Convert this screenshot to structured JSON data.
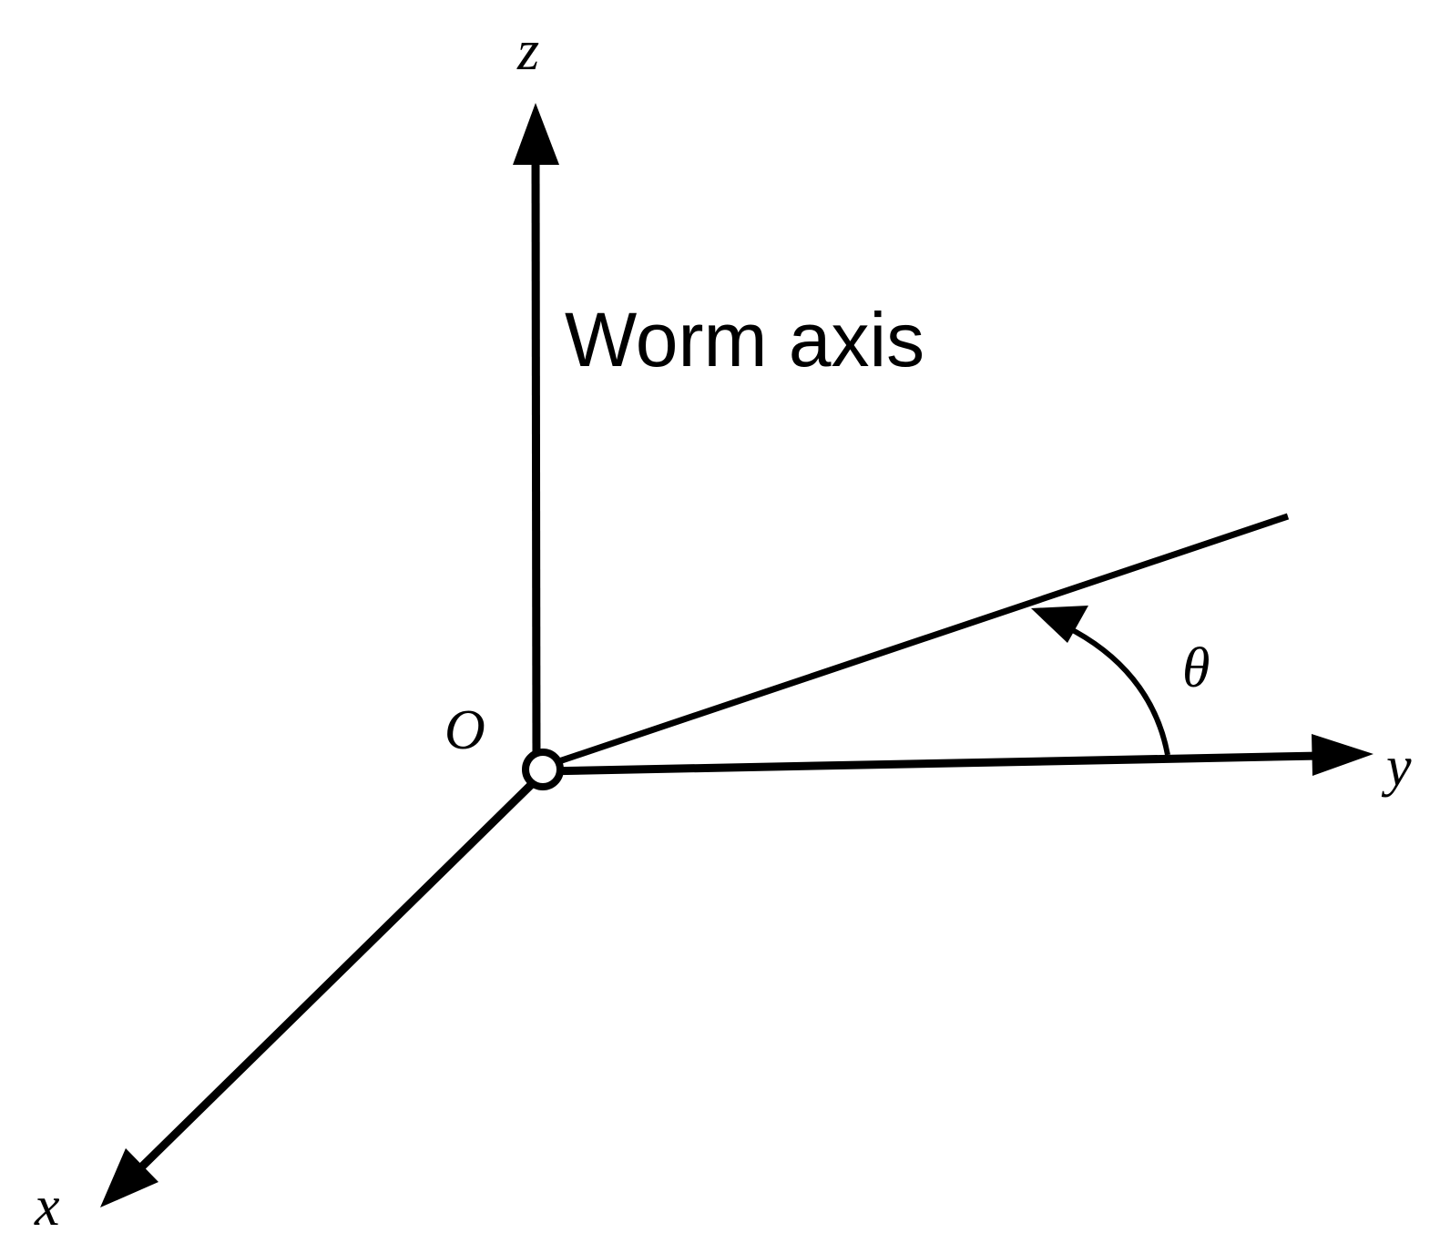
{
  "diagram": {
    "labels": {
      "z_axis": "z",
      "y_axis": "y",
      "x_axis": "x",
      "origin": "O",
      "angle": "θ",
      "worm_axis": "Worm axis"
    },
    "colors": {
      "stroke": "#000000",
      "background": "#ffffff"
    }
  }
}
